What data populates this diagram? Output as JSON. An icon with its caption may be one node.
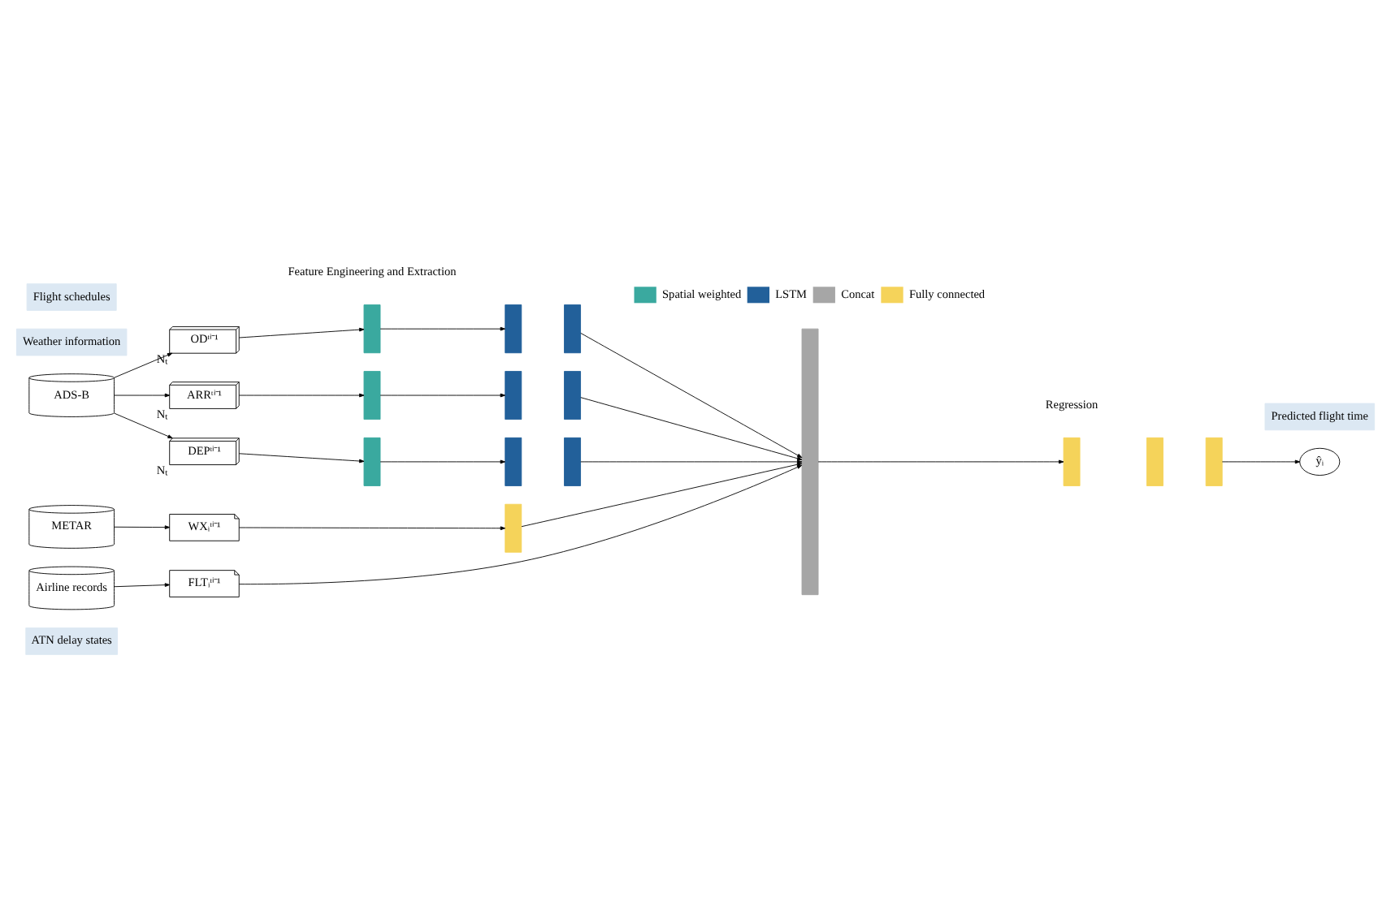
{
  "diagram": {
    "nodes": [
      {
        "text": [
          "ATN delay states"
        ]
      },
      {
        "text": [
          "ADS-B"
        ]
      },
      {
        "text": [
          "ODᵗⁱ⁻¹"
        ],
        "beside": [
          "Nₜ"
        ]
      },
      {
        "text": [
          "ARRᵗⁱ⁻¹"
        ],
        "beside": [
          "Nₜ"
        ]
      },
      {
        "text": [
          "DEPᵗⁱ⁻¹"
        ],
        "beside": [
          "Nₜ"
        ]
      },
      {
        "text": [],
        "shape": "bar"
      },
      {
        "text": [],
        "shape": "bar"
      },
      {
        "text": [],
        "shape": "bar"
      },
      {
        "text": [],
        "shape": "bar"
      },
      {
        "text": [],
        "shape": "bar"
      },
      {
        "text": [],
        "shape": "bar"
      },
      {
        "text": [],
        "shape": "bar"
      },
      {
        "text": [],
        "shape": "bar"
      },
      {
        "text": [],
        "shape": "bar"
      },
      {
        "text": [
          "Weather information"
        ]
      },
      {
        "text": [
          "METAR"
        ]
      },
      {
        "text": [
          "WXᵢᵗⁱ⁻¹"
        ]
      },
      {
        "text": [],
        "shape": "bar"
      },
      {
        "text": [
          "Flight schedules"
        ]
      },
      {
        "text": [
          "Airline records"
        ]
      },
      {
        "text": [
          "FLTᵢᵗⁱ⁻¹"
        ]
      },
      {
        "text": [],
        "shape": "bar"
      },
      {
        "text": [],
        "shape": "bar"
      },
      {
        "text": [],
        "shape": "bar"
      },
      {
        "text": [],
        "shape": "bar"
      },
      {
        "text": [
          "Predicted flight time"
        ]
      },
      {
        "text": [
          "ŷᵢ"
        ]
      }
    ],
    "edges": [
      {
        "from": 1,
        "to": 2,
        "arrow": "to"
      },
      {
        "from": 1,
        "to": 3,
        "arrow": "to"
      },
      {
        "from": 1,
        "to": 4,
        "arrow": "to"
      },
      {
        "from": 2,
        "to": 5,
        "arrow": "to"
      },
      {
        "from": 3,
        "to": 6,
        "arrow": "to"
      },
      {
        "from": 4,
        "to": 7,
        "arrow": "to"
      },
      {
        "from": 5,
        "to": 8,
        "arrow": "to"
      },
      {
        "from": 6,
        "to": 10,
        "arrow": "to"
      },
      {
        "from": 7,
        "to": 12,
        "arrow": "to"
      },
      {
        "from": 9,
        "to": 21,
        "arrow": "to"
      },
      {
        "from": 11,
        "to": 21,
        "arrow": "to"
      },
      {
        "from": 13,
        "to": 21,
        "arrow": "to"
      },
      {
        "from": 15,
        "to": 16,
        "arrow": "to"
      },
      {
        "from": 16,
        "to": 17,
        "arrow": "to"
      },
      {
        "from": 17,
        "to": 21,
        "arrow": "to"
      },
      {
        "from": 19,
        "to": 20,
        "arrow": "to"
      },
      {
        "from": 20,
        "to": 21,
        "arrow": "to"
      },
      {
        "from": 21,
        "to": 22,
        "arrow": "to"
      },
      {
        "from": 24,
        "to": 26,
        "arrow": "to"
      }
    ],
    "labels": [
      "Feature Engineering and Extraction",
      "Regression"
    ],
    "legend": [
      {
        "text": "Spatial weighted",
        "color": "#3aa99f"
      },
      {
        "text": "LSTM",
        "color": "#22609a"
      },
      {
        "text": "Concat",
        "color": "#a6a6a6"
      },
      {
        "text": "Fully connected",
        "color": "#f5d35a"
      }
    ]
  }
}
